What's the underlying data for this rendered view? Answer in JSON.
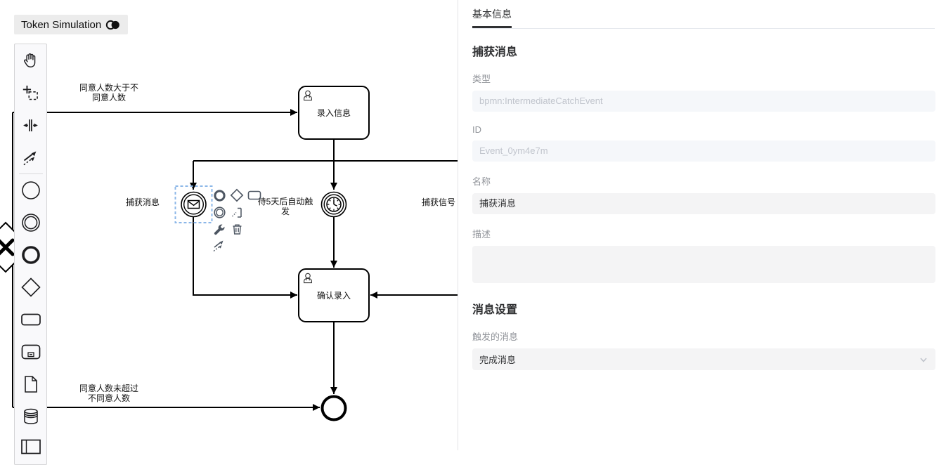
{
  "header": {
    "token_simulation": "Token Simulation"
  },
  "palette": {
    "tools": [
      "hand-tool",
      "lasso-tool",
      "space-tool",
      "global-connect-tool",
      "create-start-event",
      "create-intermediate-event",
      "create-end-event",
      "create-gateway",
      "create-task",
      "create-subprocess",
      "create-data-object",
      "create-data-store",
      "create-participant"
    ]
  },
  "canvas": {
    "tasks": [
      {
        "label": "录入信息"
      },
      {
        "label": "确认录入"
      }
    ],
    "event_labels": {
      "message": "捕获消息",
      "timer": "待5天后自动触\n发",
      "signal": "捕获信号"
    },
    "flow_labels": {
      "approve": "同意人数大于不\n同意人数",
      "reject": "同意人数未超过\n不同意人数"
    }
  },
  "context_pad": {
    "items": [
      "append-end-event",
      "append-gateway",
      "append-task",
      "append-intermediate-event",
      "append-text-annotation",
      "change-type",
      "delete",
      "connect"
    ]
  },
  "panel": {
    "tabs": [
      {
        "label": "基本信息",
        "active": true
      }
    ],
    "general_section": {
      "title": "捕获消息",
      "type_label": "类型",
      "type_value": "bpmn:IntermediateCatchEvent",
      "id_label": "ID",
      "id_value": "Event_0ym4e7m",
      "name_label": "名称",
      "name_value": "捕获消息",
      "desc_label": "描述",
      "desc_value": ""
    },
    "message_section": {
      "title": "消息设置",
      "trigger_label": "触发的消息",
      "trigger_value": "完成消息"
    }
  },
  "colors": {
    "selection": "#8cb7e8",
    "stroke": "#000000",
    "panel_divider": "#e4e7ed",
    "disabled_text": "#c0c4cc",
    "disabled_bg": "#f5f7fa",
    "input_bg": "#f4f4f5",
    "accent_dark": "#303133",
    "context_pad_icon": "#4d5662"
  }
}
